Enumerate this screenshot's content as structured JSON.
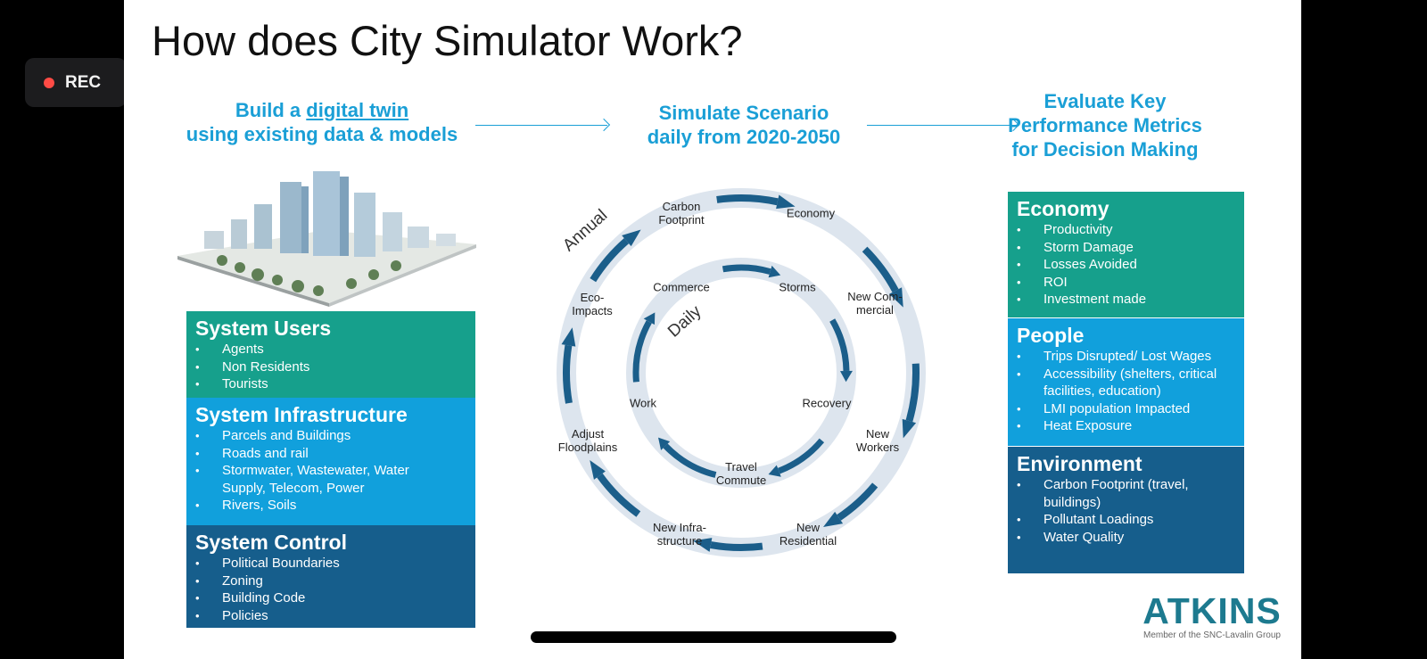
{
  "recorder": {
    "label": "REC"
  },
  "slide": {
    "title": "How does City Simulator Work?",
    "step1": {
      "prefix": "Build a ",
      "link": "digital twin",
      "line2": "using existing data & models"
    },
    "step2": {
      "line1": "Simulate Scenario",
      "line2": "daily from 2020-2050"
    },
    "step3": {
      "line1": "Evaluate Key",
      "line2": "Performance Metrics",
      "line3": "for Decision Making"
    },
    "left_boxes": [
      {
        "title": "System Users",
        "items": [
          "Agents",
          "Non Residents",
          "Tourists"
        ]
      },
      {
        "title": "System Infrastructure",
        "items": [
          "Parcels and Buildings",
          "Roads and rail",
          "Stormwater, Wastewater, Water",
          "Supply, Telecom, Power",
          "Rivers, Soils"
        ]
      },
      {
        "title": "System Control",
        "items": [
          "Political Boundaries",
          "Zoning",
          "Building Code",
          "Policies"
        ]
      }
    ],
    "cycle": {
      "outer_label": "Annual",
      "inner_label": "Daily",
      "outer": [
        {
          "l1": "Carbon",
          "l2": "Footprint"
        },
        {
          "l1": "Economy",
          "l2": ""
        },
        {
          "l1": "New Com-",
          "l2": "mercial"
        },
        {
          "l1": "New",
          "l2": "Workers"
        },
        {
          "l1": "New",
          "l2": "Residential"
        },
        {
          "l1": "New Infra-",
          "l2": "structure"
        },
        {
          "l1": "Adjust",
          "l2": "Floodplains"
        },
        {
          "l1": "Eco-",
          "l2": "Impacts"
        }
      ],
      "inner": [
        {
          "l1": "Commerce",
          "l2": ""
        },
        {
          "l1": "Storms",
          "l2": ""
        },
        {
          "l1": "Recovery",
          "l2": ""
        },
        {
          "l1": "Travel",
          "l2": "Commute"
        },
        {
          "l1": "Work",
          "l2": ""
        }
      ]
    },
    "right_boxes": [
      {
        "title": "Economy",
        "items": [
          "Productivity",
          "Storm Damage",
          "Losses Avoided",
          "ROI",
          "Investment made"
        ]
      },
      {
        "title": "People",
        "items": [
          "Trips Disrupted/ Lost Wages",
          "Accessibility (shelters, critical",
          "facilities, education)",
          "LMI population Impacted",
          "Heat Exposure"
        ]
      },
      {
        "title": "Environment",
        "items": [
          "Carbon Footprint (travel,",
          "buildings)",
          "Pollutant Loadings",
          "Water Quality"
        ]
      }
    ],
    "logo": {
      "word": "ATKINS",
      "tagline": "Member of the SNC-Lavalin Group"
    }
  }
}
